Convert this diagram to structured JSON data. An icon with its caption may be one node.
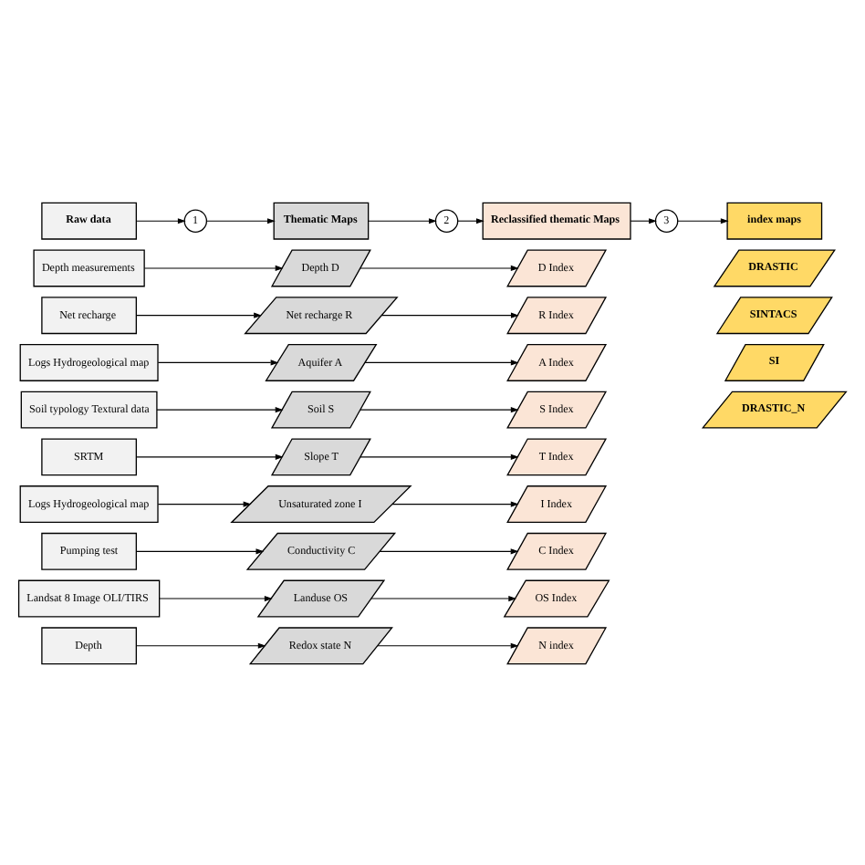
{
  "diagram": {
    "nodes": [
      {
        "text": [
          "Raw data"
        ]
      },
      {
        "text": [
          "1"
        ]
      },
      {
        "text": [
          "Thematic Maps"
        ]
      },
      {
        "text": [
          "2"
        ]
      },
      {
        "text": [
          "Reclassified thematic Maps"
        ]
      },
      {
        "text": [
          "3"
        ]
      },
      {
        "text": [
          "index maps"
        ]
      },
      {
        "text": [
          "Depth measurements"
        ]
      },
      {
        "text": [
          "Depth **D**"
        ]
      },
      {
        "text": [
          "**D** Index"
        ]
      },
      {
        "text": [
          "Net recharge"
        ]
      },
      {
        "text": [
          "Net recharge **R**"
        ]
      },
      {
        "text": [
          "**R** Index"
        ]
      },
      {
        "text": [
          "Logs Hydrogeological map"
        ]
      },
      {
        "text": [
          "Aquifer **A**"
        ]
      },
      {
        "text": [
          "**A** Index"
        ]
      },
      {
        "text": [
          "Soil typology Textural data"
        ]
      },
      {
        "text": [
          "Soil **S**"
        ]
      },
      {
        "text": [
          "**S** Index"
        ]
      },
      {
        "text": [
          "SRTM"
        ]
      },
      {
        "text": [
          "Slope **T**"
        ]
      },
      {
        "text": [
          "**T** Index"
        ]
      },
      {
        "text": [
          "Logs Hydrogeological map"
        ]
      },
      {
        "text": [
          "Unsaturated zone **I**"
        ]
      },
      {
        "text": [
          "**I** Index"
        ]
      },
      {
        "text": [
          "Pumping test"
        ]
      },
      {
        "text": [
          "Conductivity **C**"
        ]
      },
      {
        "text": [
          "**C** Index"
        ]
      },
      {
        "text": [
          "Landsat 8 Image OLI/TIRS"
        ]
      },
      {
        "text": [
          "Landuse **OS**"
        ]
      },
      {
        "text": [
          "**OS** Index"
        ]
      },
      {
        "text": [
          "Depth"
        ]
      },
      {
        "text": [
          "Redox state **N**"
        ]
      },
      {
        "text": [
          "**N** index"
        ]
      },
      {
        "text": [
          "DRASTIC"
        ]
      },
      {
        "text": [
          "SINTACS"
        ]
      },
      {
        "text": [
          "SI"
        ]
      },
      {
        "text": [
          "DRASTIC_N"
        ]
      }
    ],
    "edges": [
      {
        "from": 0,
        "to": 1,
        "arrow": "to"
      },
      {
        "from": 1,
        "to": 2,
        "arrow": "to"
      },
      {
        "from": 2,
        "to": 3,
        "arrow": "to"
      },
      {
        "from": 3,
        "to": 4,
        "arrow": "to"
      },
      {
        "from": 4,
        "to": 5,
        "arrow": "to"
      },
      {
        "from": 5,
        "to": 6,
        "arrow": "to"
      },
      {
        "from": 7,
        "to": 8,
        "arrow": "to"
      },
      {
        "from": 8,
        "to": 9,
        "arrow": "to"
      },
      {
        "from": 10,
        "to": 11,
        "arrow": "to"
      },
      {
        "from": 11,
        "to": 12,
        "arrow": "to"
      },
      {
        "from": 13,
        "to": 14,
        "arrow": "to"
      },
      {
        "from": 14,
        "to": 15,
        "arrow": "to"
      },
      {
        "from": 16,
        "to": 17,
        "arrow": "to"
      },
      {
        "from": 17,
        "to": 18,
        "arrow": "to"
      },
      {
        "from": 19,
        "to": 20,
        "arrow": "to"
      },
      {
        "from": 20,
        "to": 21,
        "arrow": "to"
      },
      {
        "from": 22,
        "to": 23,
        "arrow": "to"
      },
      {
        "from": 23,
        "to": 24,
        "arrow": "to"
      },
      {
        "from": 25,
        "to": 26,
        "arrow": "to"
      },
      {
        "from": 26,
        "to": 27,
        "arrow": "to"
      },
      {
        "from": 28,
        "to": 29,
        "arrow": "to"
      },
      {
        "from": 29,
        "to": 30,
        "arrow": "to"
      },
      {
        "from": 31,
        "to": 32,
        "arrow": "to"
      },
      {
        "from": 32,
        "to": 33,
        "arrow": "to"
      }
    ]
  }
}
